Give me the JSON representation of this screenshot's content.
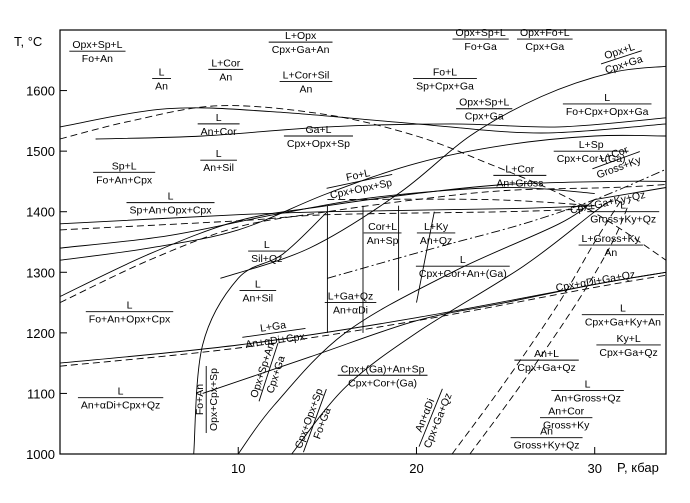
{
  "chart_data": {
    "type": "line",
    "title": "",
    "xlabel": "P, кбар",
    "ylabel": "T, °C",
    "xlim": [
      0,
      34
    ],
    "ylim": [
      1000,
      1700
    ],
    "xticks": [
      10,
      20,
      30
    ],
    "yticks": [
      1000,
      1100,
      1200,
      1300,
      1400,
      1500,
      1600
    ],
    "grid": false,
    "series": [
      {
        "style": "solid",
        "points": [
          [
            0,
            1540
          ],
          [
            6,
            1570
          ],
          [
            12,
            1565
          ],
          [
            20,
            1545
          ],
          [
            27,
            1530
          ],
          [
            34,
            1545
          ]
        ]
      },
      {
        "style": "dashed",
        "points": [
          [
            0,
            1520
          ],
          [
            4,
            1550
          ],
          [
            9,
            1575
          ],
          [
            15,
            1560
          ],
          [
            20,
            1525
          ],
          [
            24,
            1480
          ],
          [
            28,
            1430
          ],
          [
            31,
            1380
          ],
          [
            34,
            1320
          ]
        ]
      },
      {
        "style": "solid",
        "points": [
          [
            2,
            1520
          ],
          [
            8,
            1525
          ],
          [
            15,
            1540
          ],
          [
            22,
            1545
          ],
          [
            28,
            1540
          ],
          [
            34,
            1555
          ]
        ]
      },
      {
        "style": "solid",
        "points": [
          [
            0,
            1260
          ],
          [
            5,
            1330
          ],
          [
            10,
            1385
          ],
          [
            15,
            1410
          ],
          [
            20,
            1430
          ],
          [
            25,
            1445
          ],
          [
            31,
            1450
          ],
          [
            34,
            1450
          ]
        ]
      },
      {
        "style": "dashed",
        "points": [
          [
            0,
            1250
          ],
          [
            5,
            1320
          ],
          [
            10,
            1375
          ],
          [
            15,
            1400
          ],
          [
            20,
            1420
          ],
          [
            25,
            1435
          ],
          [
            31,
            1440
          ],
          [
            34,
            1445
          ]
        ]
      },
      {
        "style": "solid",
        "points": [
          [
            0,
            1320
          ],
          [
            5,
            1340
          ],
          [
            10,
            1370
          ],
          [
            15,
            1430
          ],
          [
            20,
            1480
          ],
          [
            25,
            1510
          ],
          [
            30,
            1525
          ],
          [
            34,
            1525
          ]
        ]
      },
      {
        "style": "solid",
        "points": [
          [
            9,
            1290
          ],
          [
            14,
            1340
          ],
          [
            19,
            1430
          ],
          [
            23,
            1525
          ],
          [
            27,
            1590
          ],
          [
            31,
            1630
          ],
          [
            34,
            1640
          ]
        ]
      },
      {
        "style": "solid",
        "points": [
          [
            0,
            1340
          ],
          [
            6,
            1360
          ],
          [
            12,
            1395
          ],
          [
            18,
            1425
          ],
          [
            25,
            1440
          ],
          [
            30,
            1430
          ]
        ]
      },
      {
        "style": "solid",
        "points": [
          [
            0,
            1380
          ],
          [
            10,
            1395
          ],
          [
            15,
            1400
          ],
          [
            25,
            1405
          ],
          [
            30,
            1410
          ]
        ]
      },
      {
        "style": "dashed",
        "points": [
          [
            0,
            1370
          ],
          [
            10,
            1385
          ],
          [
            15,
            1395
          ],
          [
            25,
            1400
          ],
          [
            30,
            1405
          ]
        ]
      },
      {
        "style": "dashdot",
        "points": [
          [
            15,
            1290
          ],
          [
            21,
            1340
          ],
          [
            26,
            1380
          ],
          [
            30,
            1420
          ],
          [
            34,
            1470
          ]
        ]
      },
      {
        "style": "solid",
        "points": [
          [
            30,
            1420
          ],
          [
            34,
            1440
          ]
        ]
      },
      {
        "style": "solid",
        "points": [
          [
            0,
            1150
          ],
          [
            10,
            1180
          ],
          [
            20,
            1225
          ],
          [
            30,
            1280
          ],
          [
            34,
            1300
          ]
        ]
      },
      {
        "style": "dashed",
        "points": [
          [
            0,
            1145
          ],
          [
            10,
            1175
          ],
          [
            20,
            1220
          ],
          [
            30,
            1275
          ],
          [
            34,
            1295
          ]
        ]
      },
      {
        "style": "solid",
        "points": [
          [
            8,
            1100
          ],
          [
            14,
            1160
          ],
          [
            20,
            1220
          ],
          [
            25,
            1250
          ],
          [
            30,
            1280
          ],
          [
            34,
            1300
          ]
        ]
      },
      {
        "style": "solid",
        "points": [
          [
            7.5,
            1000
          ],
          [
            8,
            1180
          ],
          [
            10,
            1290
          ],
          [
            12.5,
            1330
          ],
          [
            15,
            1400
          ]
        ]
      },
      {
        "style": "solid",
        "points": [
          [
            10,
            1000
          ],
          [
            12,
            1080
          ],
          [
            16,
            1200
          ],
          [
            22,
            1300
          ],
          [
            28,
            1380
          ],
          [
            30,
            1420
          ]
        ]
      },
      {
        "style": "solid",
        "points": [
          [
            13,
            1000
          ],
          [
            16,
            1110
          ],
          [
            20,
            1200
          ],
          [
            26,
            1310
          ],
          [
            30,
            1400
          ],
          [
            31,
            1420
          ]
        ]
      },
      {
        "style": "dashed",
        "points": [
          [
            22,
            1000
          ],
          [
            25,
            1120
          ],
          [
            28,
            1250
          ],
          [
            30,
            1350
          ],
          [
            31.5,
            1420
          ]
        ]
      },
      {
        "style": "dashed",
        "points": [
          [
            23,
            1000
          ],
          [
            26,
            1120
          ],
          [
            29,
            1250
          ],
          [
            31,
            1350
          ],
          [
            32,
            1420
          ]
        ]
      },
      {
        "style": "solid",
        "points": [
          [
            15,
            1410
          ],
          [
            15,
            1200
          ]
        ]
      },
      {
        "style": "solid",
        "points": [
          [
            17,
            1410
          ],
          [
            17,
            1200
          ]
        ]
      },
      {
        "style": "solid",
        "points": [
          [
            19,
            1410
          ],
          [
            19,
            1270
          ]
        ]
      },
      {
        "style": "solid",
        "points": [
          [
            21,
            1400
          ],
          [
            20,
            1250
          ]
        ]
      },
      {
        "style": "dashed",
        "points": [
          [
            15,
            1420
          ],
          [
            24,
            1420
          ],
          [
            30,
            1410
          ]
        ]
      }
    ],
    "labels": [
      {
        "lines": [
          "Opx+Sp+L",
          "Fo+An"
        ],
        "x": 2.1,
        "y": 1665
      },
      {
        "lines": [
          "L",
          "An"
        ],
        "x": 5.7,
        "y": 1620
      },
      {
        "lines": [
          "L+Cor",
          "An"
        ],
        "x": 9.3,
        "y": 1635
      },
      {
        "lines": [
          "L+Opx",
          "Cpx+Ga+An"
        ],
        "x": 13.5,
        "y": 1680
      },
      {
        "lines": [
          "L+Cor+Sil",
          "An"
        ],
        "x": 13.8,
        "y": 1615
      },
      {
        "lines": [
          "Opx+Sp+L",
          "Fo+Ga"
        ],
        "x": 23.6,
        "y": 1685
      },
      {
        "lines": [
          "Opx+Fo+L",
          "Cpx+Ga"
        ],
        "x": 27.2,
        "y": 1685
      },
      {
        "lines": [
          "Fo+L",
          "Sp+Cpx+Ga"
        ],
        "x": 21.6,
        "y": 1620
      },
      {
        "lines": [
          "Opx+Sp+L",
          "Cpx+Ga"
        ],
        "x": 23.8,
        "y": 1570
      },
      {
        "lines": [
          "L",
          "An+Cor"
        ],
        "x": 8.9,
        "y": 1545
      },
      {
        "lines": [
          "L",
          "An+Sil"
        ],
        "x": 8.9,
        "y": 1485
      },
      {
        "lines": [
          "Ga+L",
          "Cpx+Opx+Sp"
        ],
        "x": 14.5,
        "y": 1525
      },
      {
        "lines": [
          "L",
          "Fo+Cpx+Opx+Ga"
        ],
        "x": 30.7,
        "y": 1578
      },
      {
        "lines": [
          "L+Sp",
          "Cpx+Cor+(Ga)"
        ],
        "x": 29.8,
        "y": 1500
      },
      {
        "lines": [
          "Sp+L",
          "Fo+An+Cpx"
        ],
        "x": 3.6,
        "y": 1465
      },
      {
        "lines": [
          "L",
          "Sp+An+Opx+Cpx"
        ],
        "x": 6.2,
        "y": 1415
      },
      {
        "lines": [
          "L+Cor",
          "An+Gross"
        ],
        "x": 25.8,
        "y": 1460
      },
      {
        "lines": [
          "L",
          "Sil+Qz"
        ],
        "x": 11.6,
        "y": 1335
      },
      {
        "lines": [
          "Cor+L",
          "An+Sp"
        ],
        "x": 18.1,
        "y": 1365
      },
      {
        "lines": [
          "L+Ky",
          "An+Qz"
        ],
        "x": 21.1,
        "y": 1365
      },
      {
        "lines": [
          "L",
          "Gross+Ky+Qz"
        ],
        "x": 31.6,
        "y": 1400
      },
      {
        "lines": [
          "L+Gross+Ky",
          "An"
        ],
        "x": 30.9,
        "y": 1345
      },
      {
        "lines": [
          "L",
          "Cpx+Cor+An+(Ga)"
        ],
        "x": 22.6,
        "y": 1310
      },
      {
        "lines": [
          "L",
          "An+Sil"
        ],
        "x": 11.1,
        "y": 1270
      },
      {
        "lines": [
          "L",
          "Fo+An+Opx+Cpx"
        ],
        "x": 3.9,
        "y": 1235
      },
      {
        "lines": [
          "L+Ga+Qz",
          "An+αDi"
        ],
        "x": 16.3,
        "y": 1250
      },
      {
        "lines": [
          "L",
          "Cpx+Ga+Ky+An"
        ],
        "x": 32.2,
        "y": 1230
      },
      {
        "lines": [
          "Ky+L",
          "Cpx+Ga+Qz"
        ],
        "x": 31.9,
        "y": 1180
      },
      {
        "lines": [
          "Cpx+(Ga)+An+Sp",
          "Cpx+Cor+(Ga)"
        ],
        "x": 18.1,
        "y": 1130
      },
      {
        "lines": [
          "An+L",
          "Cpx+Ga+Qz"
        ],
        "x": 27.3,
        "y": 1155
      },
      {
        "lines": [
          "L",
          "An+Gross+Qz"
        ],
        "x": 29.6,
        "y": 1105
      },
      {
        "lines": [
          "L",
          "An+αDi+Cpx+Qz"
        ],
        "x": 3.4,
        "y": 1093
      },
      {
        "lines": [
          "An+Cor",
          "Gross+Ky"
        ],
        "x": 28.4,
        "y": 1060
      },
      {
        "lines": [
          "An",
          "Gross+Ky+Qz"
        ],
        "x": 27.3,
        "y": 1027
      }
    ],
    "slanted_labels": [
      {
        "lines": [
          "Opx+L",
          "Cpx+Ga"
        ],
        "x": 31.5,
        "y": 1655,
        "angle": -18
      },
      {
        "lines": [
          "Fo+L",
          "Cpx+Opx+Sp"
        ],
        "x": 16.8,
        "y": 1450,
        "angle": -12
      },
      {
        "lines": [
          "L+Cor",
          "Gross+Ky"
        ],
        "x": 31.2,
        "y": 1485,
        "angle": -20
      },
      {
        "lines": [
          "Cpx+Ga+Ky+Qz"
        ],
        "x": 30.8,
        "y": 1405,
        "angle": -12
      },
      {
        "lines": [
          "Cpx+αDi+Ga+Qz"
        ],
        "x": 30.1,
        "y": 1275,
        "angle": -10
      },
      {
        "lines": [
          "L+Ga",
          "An+αDi+Cpx"
        ],
        "x": 12,
        "y": 1200,
        "angle": -8
      },
      {
        "lines": [
          "Fo+An",
          "Opx+Cpx+Sp"
        ],
        "x": 8.2,
        "y": 1090,
        "angle": -90
      },
      {
        "lines": [
          "Opx+Sp+An",
          "Cpx+Ga"
        ],
        "x": 11.7,
        "y": 1135,
        "angle": -72
      },
      {
        "lines": [
          "Cpx+Opx+Sp",
          "Fo+Ga"
        ],
        "x": 14.3,
        "y": 1055,
        "angle": -70
      },
      {
        "lines": [
          "An+αDi",
          "Cpx+Ga+Qz"
        ],
        "x": 20.8,
        "y": 1060,
        "angle": -68
      }
    ]
  }
}
